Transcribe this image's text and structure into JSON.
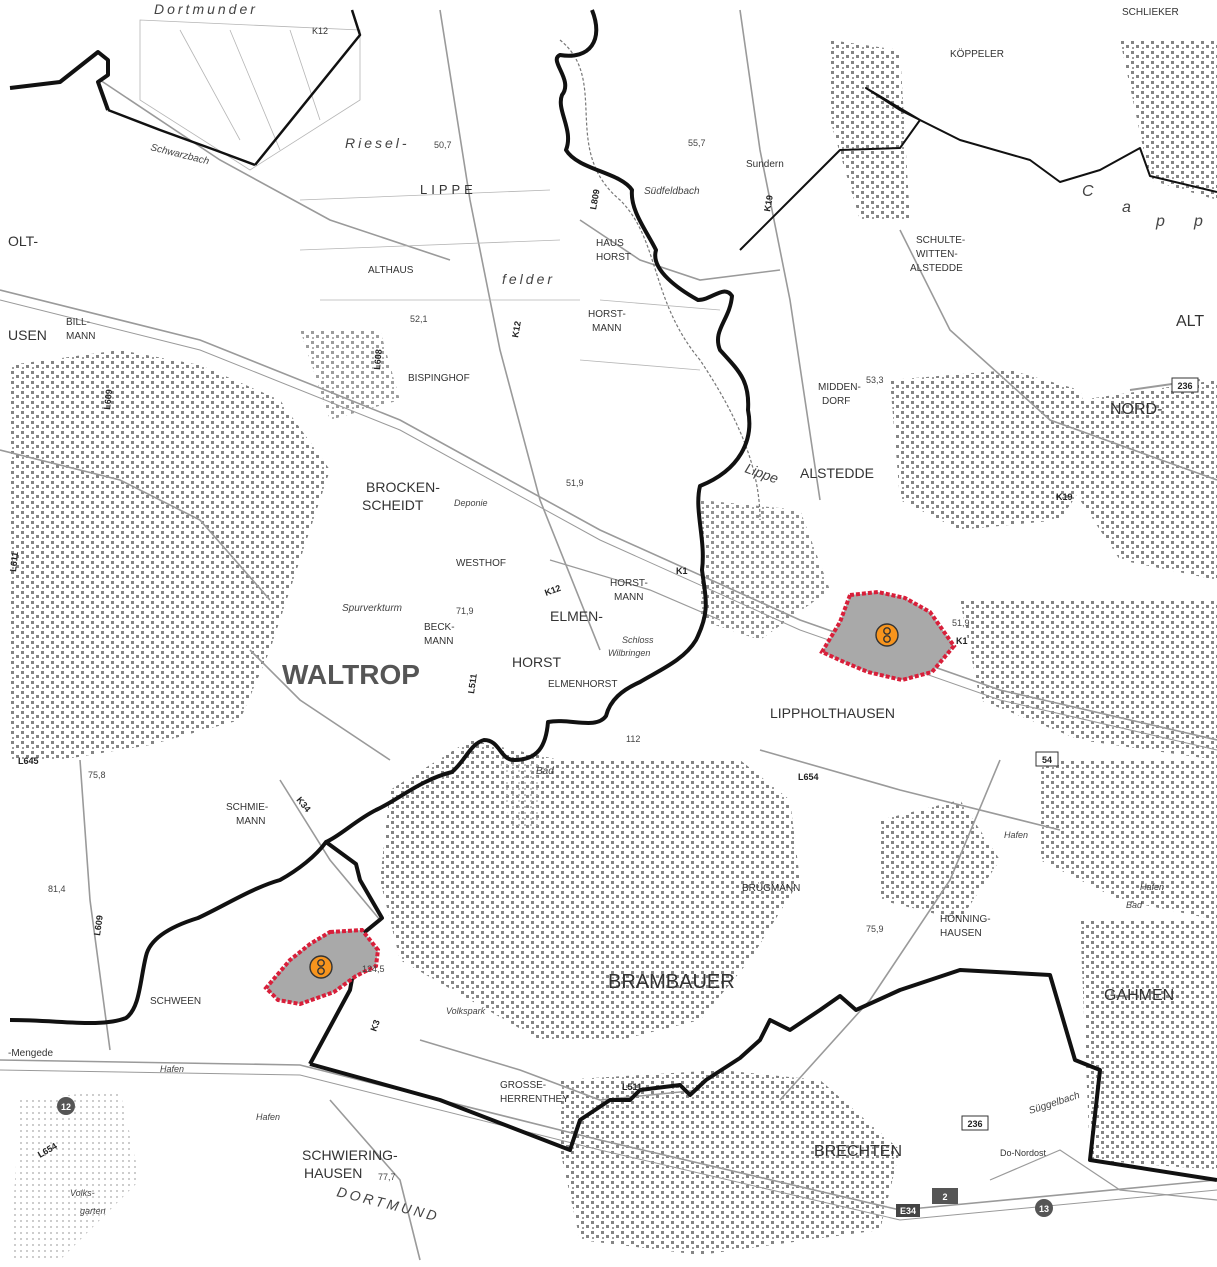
{
  "places": {
    "dortmunder": "Dortmunder",
    "k12_top": "K12",
    "schlieker": "SCHLIEKER",
    "koppeler": "KÖPPELER",
    "riesel": "Riesel-",
    "lippe_area": "LIPPE",
    "felder": "felder",
    "schwarzbach": "Schwarzbach",
    "sudfeldbach": "Südfeldbach",
    "sundern": "Sundern",
    "haus_horst_1": "HAUS",
    "haus_horst_2": "HORST",
    "horstmann_1": "HORST-",
    "horstmann_2": "MANN",
    "schulte_1": "SCHULTE-",
    "schulte_2": "WITTEN-",
    "schulte_3": "ALSTEDDE",
    "olt": "OLT-",
    "althaus": "ALTHAUS",
    "billmann_1": "BILL-",
    "billmann_2": "MANN",
    "usen": "USEN",
    "bispinghof": "BISPINGHOF",
    "middendorf_1": "MIDDEN-",
    "middendorf_2": "DORF",
    "nord": "NORD-",
    "alt": "ALT",
    "cappenberg_c": "C",
    "cappenberg_a": "a",
    "cappenberg_p1": "p",
    "cappenberg_p2": "p",
    "brockenscheidt_1": "BROCKEN-",
    "brockenscheidt_2": "SCHEIDT",
    "deponie": "Deponie",
    "lippe_river": "Lippe",
    "alstedde": "ALSTEDDE",
    "westhof": "WESTHOF",
    "hörst_1": "HORST-",
    "hörst_2": "MANN",
    "elmen": "ELMEN-",
    "schloss_1": "Schloss",
    "schloss_2": "Wilbringen",
    "spurverkturm": "Spurverkturm",
    "beckmann_1": "BECK-",
    "beckmann_2": "MANN",
    "waltrop": "WALTROP",
    "horst": "HORST",
    "elmenhorst": "ELMENHORST",
    "lippholthausen": "LIPPHOLTHAUSEN",
    "bad_1": "Bad",
    "schmiemann_1": "SCHMIE-",
    "schmiemann_2": "MANN",
    "brugmann": "BRÜGMANN",
    "honninghausen_1": "HÖNNING-",
    "honninghausen_2": "HAUSEN",
    "hafen_right": "Hafen",
    "hafen_right2": "Hafen",
    "bad_right": "Bad",
    "brambauer": "BRAMBAUER",
    "gahmen": "GAHMEN",
    "schween": "SCHWEEN",
    "volkspark": "Volkspark",
    "mengede": "-Mengede",
    "hafen_left": "Hafen",
    "hafen_left2": "Hafen",
    "grosse_1": "GROSSE-",
    "grosse_2": "HERRENTHEY",
    "sueggelbach": "Süggelbach",
    "do_nordost": "Do-Nordost",
    "schwiering_1": "SCHWIERING-",
    "schwiering_2": "HAUSEN",
    "brechten": "BRECHTEN",
    "dortmund": "DORTMUND",
    "volksgarten_1": "Volks-",
    "volksgarten_2": "garten"
  },
  "elevations": {
    "e507": "50,7",
    "e557": "55,7",
    "e521": "52,1",
    "e533": "53,3",
    "e519a": "51,9",
    "e719": "71,9",
    "e519b": "51,9",
    "e758": "75,8",
    "e814": "81,4",
    "e759": "75,9",
    "e1245": "124,5",
    "e777": "77,7",
    "e1124": "112"
  },
  "roads": {
    "l809": "L809",
    "k19": "K19",
    "k12": "K12",
    "l608": "L608",
    "k1a": "K1",
    "k1b": "K1",
    "k12b": "K12",
    "k19b": "K19",
    "l511a": "L511",
    "l654a": "L654",
    "l645": "L645",
    "k34": "K34",
    "l609": "L609",
    "k3": "K3",
    "l511b": "L511",
    "l654b": "L654",
    "l611": "L611",
    "l609b": "L609"
  },
  "shields": {
    "b236_top": "236",
    "b54": "54",
    "b236_bottom": "236",
    "a2": "2",
    "e34": "E34",
    "j12": "12",
    "j13": "13"
  },
  "colors": {
    "boundary": "#111111",
    "site_fill": "#a9a9a9",
    "site_border": "#d81f3a",
    "marker": "#f7941d",
    "settlement": "#6e6e6e",
    "road": "#9a9a9a"
  },
  "markers": [
    {
      "icon": "power-plant-marker-icon"
    },
    {
      "icon": "power-plant-marker-icon"
    }
  ]
}
